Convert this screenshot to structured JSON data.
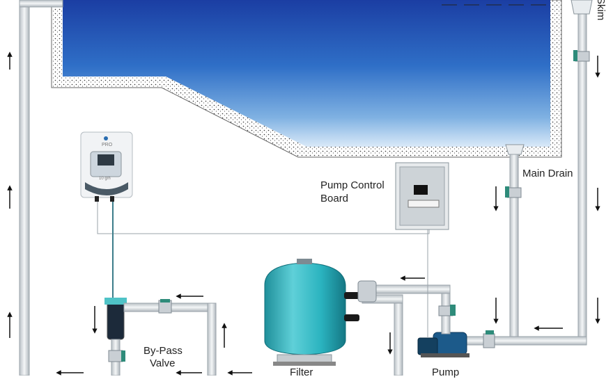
{
  "labels": {
    "skimmer": "Skim",
    "main_drain": "Main Drain",
    "pump_control_board_line1": "Pump Control",
    "pump_control_board_line2": "Board",
    "bypass_line1": "By-Pass",
    "bypass_line2": "Valve",
    "filter": "Filter",
    "pump": "Pump"
  },
  "controller": {
    "brand": "PRO",
    "screen_text": "10 g/h"
  },
  "colors": {
    "pipe": "#dfe3e6",
    "pipe_stroke": "#9aa3aa",
    "water_top": "#1a3fa8",
    "water_bottom": "#d6e6f7",
    "filter_tank": "#2ab3bf",
    "pump_body": "#1c5a8a",
    "valve_green": "#2e8b7a"
  },
  "icons": [
    "arrow-up-icon",
    "arrow-down-icon",
    "arrow-left-icon"
  ]
}
